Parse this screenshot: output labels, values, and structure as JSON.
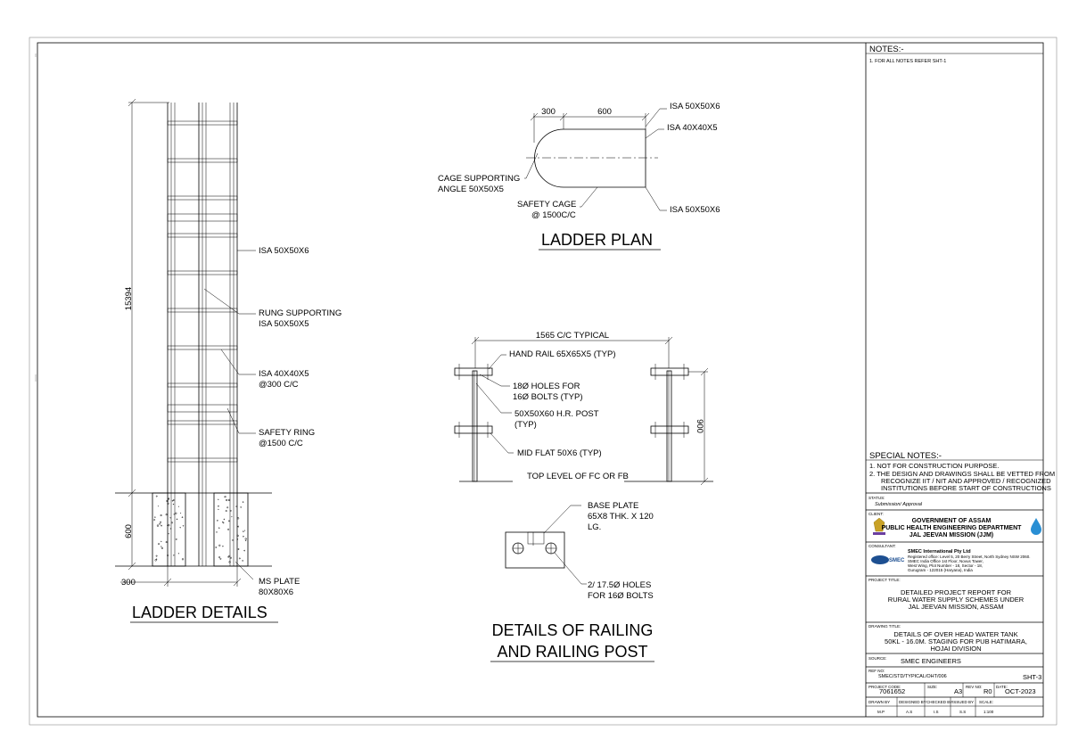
{
  "notes": {
    "title": "NOTES:-",
    "items": [
      "1.     FOR ALL NOTES REFER SHT-1"
    ]
  },
  "ladder_details": {
    "title": "LADDER DETAILS",
    "dim_height": "15394",
    "dim_base": "600",
    "dim_width": "300",
    "labels": {
      "isa_outer": "ISA 50X50X6",
      "rung_supporting_1": "RUNG SUPPORTING",
      "rung_supporting_2": "ISA 50X50X5",
      "isa_40_1": "ISA 40X40X5",
      "isa_40_2": "@300 C/C",
      "safety_ring_1": "SAFETY RING",
      "safety_ring_2": "@1500 C/C",
      "ms_plate_1": "MS PLATE",
      "ms_plate_2": "80X80X6"
    }
  },
  "ladder_plan": {
    "title": "LADDER PLAN",
    "dim_300": "300",
    "dim_600": "600",
    "labels": {
      "isa_top": "ISA 50X50X6",
      "isa_40": "ISA 40X40X5",
      "isa_bottom": "ISA 50X50X6",
      "cage_supporting_1": "CAGE SUPPORTING",
      "cage_supporting_2": "ANGLE 50X50X5",
      "safety_cage_1": "SAFETY CAGE",
      "safety_cage_2": "@ 1500C/C"
    }
  },
  "railing": {
    "title_1": "DETAILS OF RAILING",
    "title_2": "AND RAILING POST",
    "dim_span": "1565 C/C TYPICAL",
    "dim_height": "900",
    "labels": {
      "hand_rail": "HAND RAIL 65X65X5 (TYP)",
      "holes_1": "18Ø  HOLES FOR",
      "holes_2": "16Ø BOLTS (TYP)",
      "post_1": "50X50X60 H.R. POST",
      "post_2": "(TYP)",
      "mid_flat": "MID FLAT 50X6 (TYP)",
      "top_level": "TOP LEVEL OF FC OR FB",
      "base_plate_1": "BASE PLATE",
      "base_plate_2": "65X8 THK. X 120",
      "base_plate_3": "LG.",
      "bolt_holes_1": "2/ 17.5Ø HOLES",
      "bolt_holes_2": "FOR 16Ø BOLTS"
    }
  },
  "special_notes": {
    "title": "SPECIAL NOTES:-",
    "line1": "1.    NOT FOR CONSTRUCTION PURPOSE.",
    "line2": "2.    THE DESIGN AND DRAWINGS SHALL BE VETTED FROM",
    "line3": "RECOGNIZE IIT / NIT AND APPROVED / RECOGNIZED",
    "line4": "INSTITUTIONS BEFORE START OF CONSTRUCTIONS"
  },
  "title_block": {
    "status_label": "STATUS:",
    "status_value": "Submission/ Approval",
    "client_label": "CLIENT:",
    "client_1": "GOVERNMENT OF ASSAM",
    "client_2": "PUBLIC HEALTH ENGINEERING DEPARTMENT",
    "client_3": "JAL JEEVAN MISSION (JJM)",
    "consultant_label": "CONSULTANT:",
    "consultant_name": "SMEC International Pty Ltd",
    "consultant_addr_1": "Registered office: Level 5, 20 Berry Street, North Sydney NSW 2060.",
    "consultant_addr_2": "SMEC India Office 1st Floor, Novus Tower,",
    "consultant_addr_3": "West Wing, Plot Number - 18, Sector - 18,",
    "consultant_addr_4": "Gurugram - 122015 (Haryana), India",
    "smec_logo": "SMEC",
    "project_label": "PROJECT TITLE:",
    "project_1": "DETAILED PROJECT REPORT FOR",
    "project_2": "RURAL WATER SUPPLY SCHEMES UNDER",
    "project_3": "JAL JEEVAN MISSION, ASSAM",
    "drawing_label": "DRAWING TITLE:",
    "drawing_1": "DETAILS OF OVER HEAD WATER TANK",
    "drawing_2": "50KL - 16.0M. STAGING FOR PUB HATIMARA,",
    "drawing_3": "HOJAI DIVISION",
    "source_label": "SOURCE:",
    "source_value": "SMEC ENGINEERS",
    "ref_label": "REF NO:",
    "ref_value": "SMEC/STD/TYPICAL/OHT/006",
    "sheet": "SHT-3",
    "project_code_label": "PROJECT CODE:",
    "project_code": "7061652",
    "size_label": "SIZE:",
    "size": "A3",
    "rev_label": "REV NO:",
    "rev": "R0",
    "date_label": "DATE:",
    "date": "OCT-2023",
    "drawn_label": "DRAWN BY",
    "drawn": "M.P",
    "designed_label": "DESIGNED BY",
    "designed": "A.S",
    "checked_label": "CHECKED BY",
    "checked": "I.S",
    "issued_label": "ISSUED BY",
    "issued": "S.S",
    "scale_label": "SCALE:",
    "scale": "1:100"
  }
}
